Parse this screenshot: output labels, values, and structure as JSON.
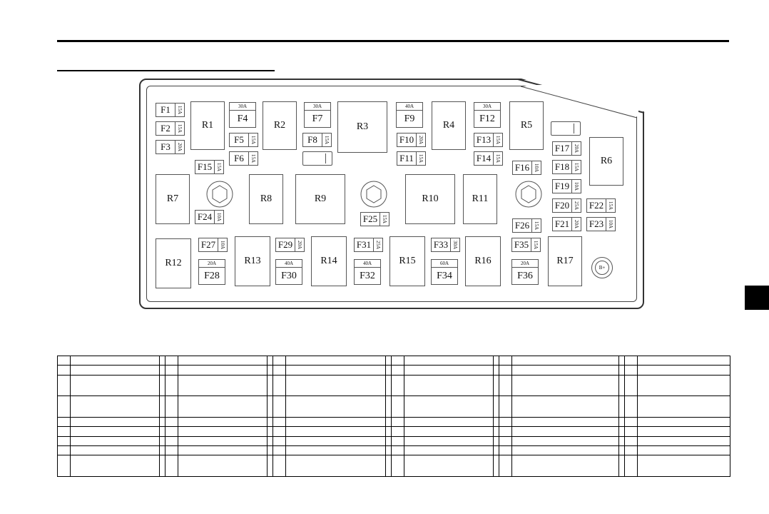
{
  "fusebox": {
    "relays": [
      "R1",
      "R2",
      "R3",
      "R4",
      "R5",
      "R6",
      "R7",
      "R8",
      "R9",
      "R10",
      "R11",
      "R12",
      "R13",
      "R14",
      "R15",
      "R16",
      "R17"
    ],
    "small_fuses": [
      {
        "id": "F1",
        "rating": "15A"
      },
      {
        "id": "F2",
        "rating": "15A"
      },
      {
        "id": "F3",
        "rating": "20A"
      },
      {
        "id": "F5",
        "rating": "15A"
      },
      {
        "id": "F6",
        "rating": "15A"
      },
      {
        "id": "F8",
        "rating": "15A"
      },
      {
        "id": "F10",
        "rating": "20A"
      },
      {
        "id": "F11",
        "rating": "15A"
      },
      {
        "id": "F13",
        "rating": "15A"
      },
      {
        "id": "F14",
        "rating": "15A"
      },
      {
        "id": "F15",
        "rating": "15A"
      },
      {
        "id": "F16",
        "rating": "10A"
      },
      {
        "id": "F17",
        "rating": "20A"
      },
      {
        "id": "F18",
        "rating": "15A"
      },
      {
        "id": "F19",
        "rating": "10A"
      },
      {
        "id": "F20",
        "rating": "25A"
      },
      {
        "id": "F21",
        "rating": "20A"
      },
      {
        "id": "F22",
        "rating": "15A"
      },
      {
        "id": "F23",
        "rating": "10A"
      },
      {
        "id": "F24",
        "rating": "10A"
      },
      {
        "id": "F25",
        "rating": "15A"
      },
      {
        "id": "F26",
        "rating": "15A"
      },
      {
        "id": "F27",
        "rating": "10A"
      },
      {
        "id": "F29",
        "rating": "20A"
      },
      {
        "id": "F31",
        "rating": "25A"
      },
      {
        "id": "F33",
        "rating": "30A"
      },
      {
        "id": "F35",
        "rating": "15A"
      }
    ],
    "big_fuses": [
      {
        "id": "F4",
        "rating": "30A"
      },
      {
        "id": "F7",
        "rating": "30A"
      },
      {
        "id": "F9",
        "rating": "40A"
      },
      {
        "id": "F12",
        "rating": "30A"
      },
      {
        "id": "F28",
        "rating": "20A"
      },
      {
        "id": "F30",
        "rating": "40A"
      },
      {
        "id": "F32",
        "rating": "40A"
      },
      {
        "id": "F34",
        "rating": "60A"
      },
      {
        "id": "F36",
        "rating": "20A"
      }
    ],
    "terminal_label": "B+"
  }
}
